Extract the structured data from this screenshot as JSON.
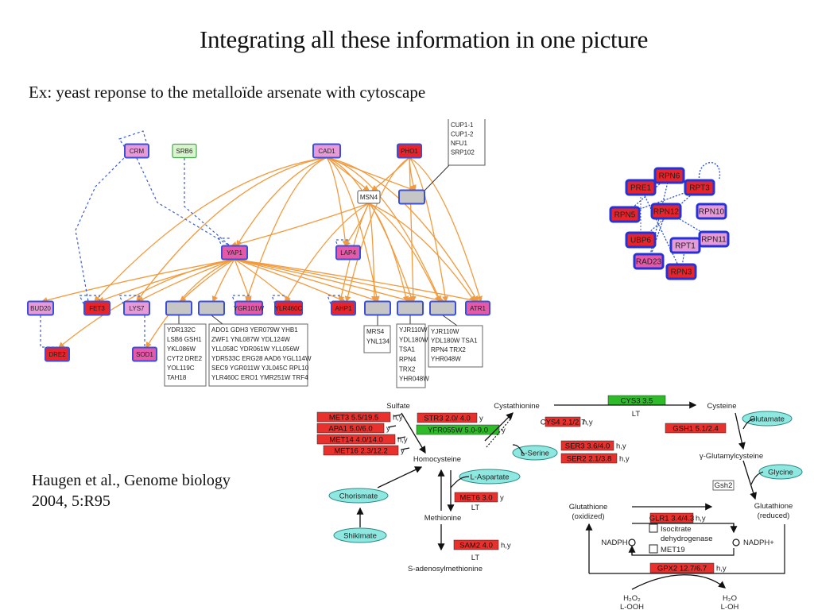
{
  "slide": {
    "title": "Integrating all these information in one picture",
    "subtitle": "Ex: yeast reponse to the metalloïde arsenate with cytoscape",
    "citation_line1": "Haugen et al., Genome biology",
    "citation_line2": "2004, 5:R95"
  },
  "colors": {
    "edge_orange": "#f39a3c",
    "edge_dashed_blue": "#3a5fd0",
    "node_border_blue": "#3b4fd8",
    "node_red": "#e8232a",
    "node_pink": "#e45aa8",
    "node_lightpink": "#e79ad8",
    "node_gray": "#c6c6c6",
    "node_green_fill": "#d8f5d0",
    "enzyme_red": "#e8302c",
    "enzyme_green": "#2fba2a",
    "metabolite_cyan": "#8ee8e0",
    "lt_red": "#e03a30",
    "lt_green": "#2fa52a"
  },
  "network": {
    "top_nodes": [
      {
        "id": "crm",
        "label": "CRM",
        "style": "lightpink"
      },
      {
        "id": "srb6",
        "label": "SRB6",
        "style": "green"
      },
      {
        "id": "cad1",
        "label": "CAD1",
        "style": "lightpink"
      },
      {
        "id": "pho1",
        "label": "PHO1",
        "style": "red"
      }
    ],
    "top_gene_box": [
      "CUP1-1",
      "CUP1-2",
      "NFU1",
      "SRP102"
    ],
    "mid_nodes": [
      {
        "id": "msn4",
        "label": "MSN4",
        "style": "white"
      },
      {
        "id": "yap1",
        "label": "YAP1",
        "style": "pink"
      },
      {
        "id": "lap4",
        "label": "LAP4",
        "style": "pink"
      }
    ],
    "bottom_nodes": [
      {
        "id": "bud20",
        "label": "BUD20",
        "style": "lightpink"
      },
      {
        "id": "fet3",
        "label": "FET3",
        "style": "red"
      },
      {
        "id": "lys7",
        "label": "LYS7",
        "style": "lightpink"
      },
      {
        "id": "g1",
        "label": "",
        "style": "gray"
      },
      {
        "id": "g2",
        "label": "",
        "style": "gray"
      },
      {
        "id": "vgr",
        "label": "YGR101W",
        "style": "pink"
      },
      {
        "id": "ylr",
        "label": "YLR460C",
        "style": "red"
      },
      {
        "id": "ahp1",
        "label": "AHP1",
        "style": "red"
      },
      {
        "id": "g3",
        "label": "",
        "style": "gray"
      },
      {
        "id": "g4",
        "label": "",
        "style": "gray"
      },
      {
        "id": "g5",
        "label": "",
        "style": "gray"
      },
      {
        "id": "atr1",
        "label": "ATR1",
        "style": "pink"
      }
    ],
    "leaf_nodes": [
      {
        "id": "dre2",
        "label": "DRE2",
        "style": "red"
      },
      {
        "id": "sod1",
        "label": "SOD1",
        "style": "pink"
      }
    ],
    "gene_boxes": [
      {
        "lines": [
          "YDR132C",
          "LSB6  GSH1",
          "YKL086W",
          "CYT2  DRE2",
          "YOL119C",
          "TAH18"
        ]
      },
      {
        "lines": [
          "ADO1  GDH3  YER079W  YHB1",
          "ZWF1  YNL087W  YDL124W",
          "YLL058C  YDR061W  YLL056W",
          "YDR533C  ERG28  AAD6  YGL114W",
          "SEC9  YGR011W  YJL045C  RPL10",
          "YLR460C  ERO1  YMR251W  TRF4"
        ]
      },
      {
        "lines": [
          "MRS4",
          "YNL134"
        ]
      },
      {
        "lines": [
          "YJR110W",
          "YDL180W",
          "TSA1",
          "RPN4",
          "TRX2",
          "YHR048W"
        ]
      },
      {
        "lines": [
          "YJR110W",
          "YDL180W  TSA1",
          "RPN4  TRX2",
          "YHR048W"
        ]
      }
    ],
    "proteasome_cluster": [
      {
        "label": "RPN6",
        "style": "red"
      },
      {
        "label": "PRE1",
        "style": "red"
      },
      {
        "label": "RPT3",
        "style": "red"
      },
      {
        "label": "RPN5",
        "style": "red"
      },
      {
        "label": "RPN12",
        "style": "red"
      },
      {
        "label": "RPN10",
        "style": "lightpink"
      },
      {
        "label": "UBP6",
        "style": "red"
      },
      {
        "label": "RPT1",
        "style": "lightpink"
      },
      {
        "label": "RPN11",
        "style": "lightpink"
      },
      {
        "label": "RAD23",
        "style": "pink"
      },
      {
        "label": "RPN3",
        "style": "red"
      }
    ]
  },
  "pathway": {
    "metabolites": {
      "sulfate": "Sulfate",
      "cystathionine": "Cystathionine",
      "cysteine": "Cysteine",
      "homocysteine": "Homocysteine",
      "methionine": "Methionine",
      "sam": "S-adenosylmethionine",
      "gamma_glu": "γ-Glutamylcysteine",
      "gsh_ox_1": "Glutathione",
      "gsh_ox_2": "(oxidized)",
      "gsh_red_1": "Glutathione",
      "gsh_red_2": "(reduced)",
      "nadph": "NADPH",
      "nadph_plus": "NADPH+",
      "h2o2": "H₂O₂",
      "looh": "L-OOH",
      "h2o": "H₂O",
      "loh": "L-OH"
    },
    "ovals": [
      "Chorismate",
      "Shikimate",
      "L-Serine",
      "L-Aspartate",
      "Glutamate",
      "Glycine"
    ],
    "enzymes": [
      {
        "label": "MET3 5.5/19.5",
        "tag": "h,y",
        "color": "red"
      },
      {
        "label": "APA1 5.0/6.0",
        "tag": "y",
        "color": "red"
      },
      {
        "label": "MET14 4.0/14.0",
        "tag": "h,y",
        "color": "red"
      },
      {
        "label": "MET16 2.3/12.2",
        "tag": "y",
        "color": "red"
      },
      {
        "label": "STR3 2.0/ 4.0",
        "tag": "y",
        "color": "red"
      },
      {
        "label": "YFR055W 5.0-9.0",
        "tag": "y",
        "color": "green"
      },
      {
        "label": "CYS4 2.1/2.7",
        "tag": "h,y",
        "color": "red"
      },
      {
        "label": "CYS3 3.5",
        "tag": "",
        "color": "green"
      },
      {
        "label": "SER3 3.6/4.0",
        "tag": "h,y",
        "color": "red"
      },
      {
        "label": "SER2 2.1/3.8",
        "tag": "h,y",
        "color": "red"
      },
      {
        "label": "GSH1 5.1/2.4",
        "tag": "",
        "color": "red"
      },
      {
        "label": "MET6 3.0",
        "tag": "y",
        "color": "red"
      },
      {
        "label": "SAM2 4.0",
        "tag": "h,y",
        "color": "red"
      },
      {
        "label": "GLR1 3.4/4.3",
        "tag": "h,y",
        "color": "red"
      },
      {
        "label": "GPX2 12.7/6.7",
        "tag": "h,y",
        "color": "red"
      }
    ],
    "lt_labels": {
      "cys3": "LT",
      "met6": "LT",
      "sam2": "LT"
    },
    "gsh2_label": "Gsh2",
    "checkbox_items": [
      "Isocitrate",
      "dehydrogenase",
      "MET19"
    ]
  }
}
